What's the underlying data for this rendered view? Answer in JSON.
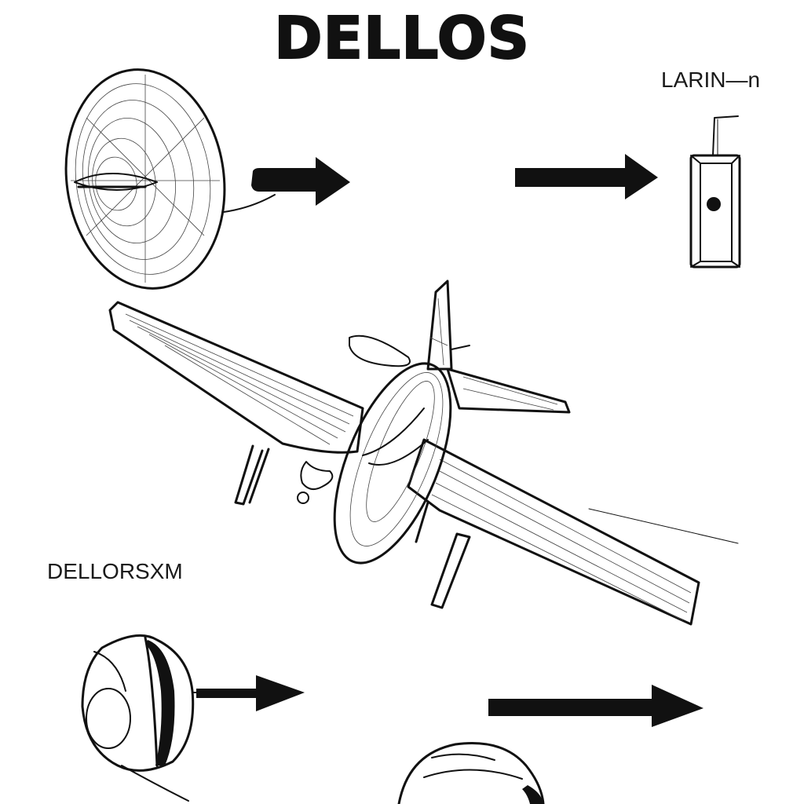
{
  "title": "DELLOS",
  "labels": {
    "top_right": "LARIN—n",
    "left_mid": "DELLORSXM"
  },
  "icons": [
    "satellite-dish-icon",
    "radio-transmitter-icon",
    "airplane-icon",
    "headset-icon",
    "helmet-icon",
    "arrow-right-icon"
  ]
}
